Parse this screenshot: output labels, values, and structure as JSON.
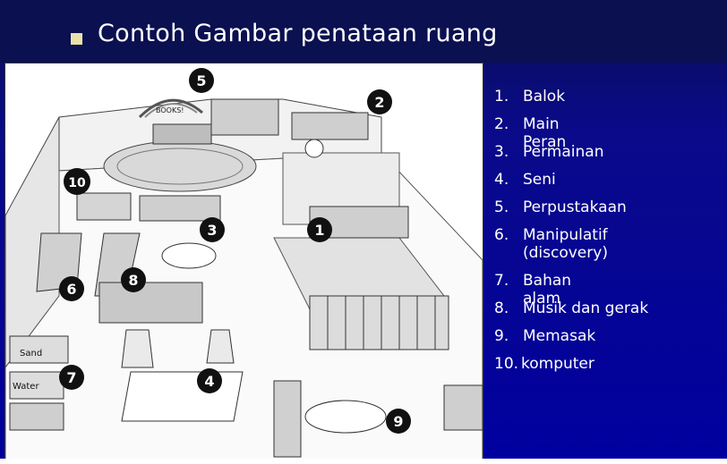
{
  "slide": {
    "title": "Contoh Gambar penataan ruang",
    "bullet_icon": "square-bullet"
  },
  "floor_plan": {
    "markers": [
      "1",
      "2",
      "3",
      "4",
      "5",
      "6",
      "7",
      "8",
      "9",
      "10"
    ],
    "labels": {
      "books": "BOOKS!",
      "sand": "Sand",
      "water": "Water"
    }
  },
  "legend": {
    "items": [
      {
        "num": "1.",
        "label": "Balok"
      },
      {
        "num": "2.",
        "label": "Main Peran"
      },
      {
        "num": "3.",
        "label": "Permainan"
      },
      {
        "num": "4.",
        "label": "Seni"
      },
      {
        "num": "5.",
        "label": "Perpustakaan"
      },
      {
        "num": "6.",
        "label": "Manipulatif (discovery)"
      },
      {
        "num": "7.",
        "label": "Bahan alam"
      },
      {
        "num": "8.",
        "label": "Musik dan gerak"
      },
      {
        "num": "9.",
        "label": "Memasak"
      },
      {
        "num": "10.",
        "label": "komputer"
      }
    ]
  },
  "colors": {
    "slide_background": "#0000a0",
    "title_bar": "#0a1050",
    "text": "#ffffff",
    "bullet": "#e8e2a8"
  }
}
